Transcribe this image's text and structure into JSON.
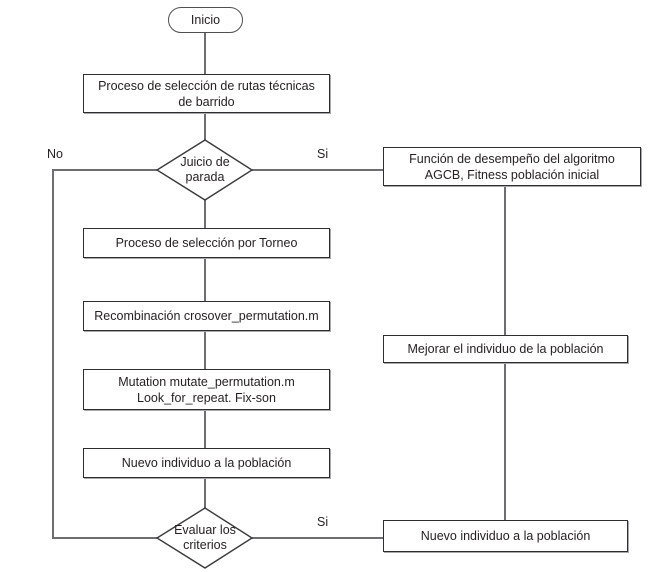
{
  "diagram": {
    "kind": "flowchart",
    "language": "es",
    "colors": {
      "background": "#ffffff",
      "box_border": "#2e2e30",
      "terminator_border": "#4f5052",
      "connector_line": "#6e6e70",
      "text": "#231f20"
    },
    "nodes": {
      "start": {
        "type": "terminator",
        "label": "Inicio"
      },
      "select_routes": {
        "type": "process",
        "label": "Proceso de selección de rutas técnicas de barrido"
      },
      "stop_judgment": {
        "type": "decision",
        "label": "Juicio de parada"
      },
      "fitness": {
        "type": "process",
        "label": "Función de desempeño del algoritmo AGCB, Fitness población inicial"
      },
      "tournament": {
        "type": "process",
        "label": "Proceso de selección por Torneo"
      },
      "recombination": {
        "type": "process",
        "label": "Recombinación crosover_permutation.m"
      },
      "mutation": {
        "type": "process",
        "line1": "Mutation mutate_permutation.m",
        "line2": "Look_for_repeat. Fix-son"
      },
      "new_individual_left": {
        "type": "process",
        "label": "Nuevo individuo a la población"
      },
      "evaluate_criteria": {
        "type": "decision",
        "label": "Evaluar los criterios"
      },
      "improve_individual": {
        "type": "process",
        "label": "Mejorar el individuo de la población"
      },
      "new_individual_right": {
        "type": "process",
        "label": "Nuevo individuo a la población"
      }
    },
    "edge_labels": {
      "no": "No",
      "si_top": "Si",
      "si_bottom": "Si"
    },
    "edges": [
      "start -> select_routes",
      "select_routes -> stop_judgment",
      "stop_judgment -No-> evaluate_criteria (left loop)",
      "stop_judgment -Si-> fitness",
      "stop_judgment -> tournament",
      "tournament -> recombination",
      "recombination -> mutation",
      "mutation -> new_individual_left",
      "new_individual_left -> evaluate_criteria",
      "evaluate_criteria -Si-> new_individual_right",
      "fitness -> improve_individual",
      "improve_individual -> new_individual_right"
    ]
  }
}
